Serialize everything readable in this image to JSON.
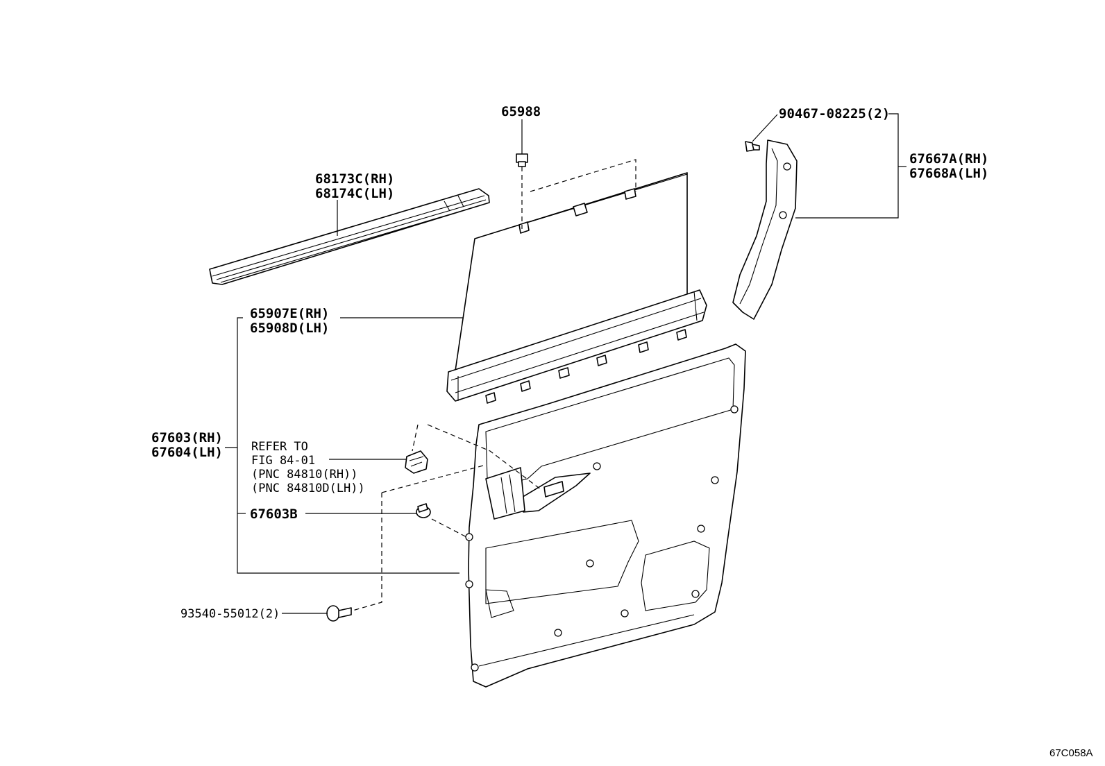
{
  "labels": {
    "clip_65988": "65988",
    "molding_rh": "68173C(RH)",
    "molding_lh": "68174C(LH)",
    "screw_904": "90467-08225(2)",
    "garnish_rh": "67667A(RH)",
    "garnish_lh": "67668A(LH)",
    "shade_rh": "65907E(RH)",
    "shade_lh": "65908D(LH)",
    "board_rh": "67603(RH)",
    "board_lh": "67604(LH)",
    "refer_line1": "REFER TO",
    "refer_line2": "FIG 84-01",
    "refer_line3": "(PNC 84810(RH))",
    "refer_line4": "(PNC 84810D(LH))",
    "clip_67603b": "67603B",
    "screw_935": "93540-55012(2)",
    "figure_code": "67C058A"
  }
}
